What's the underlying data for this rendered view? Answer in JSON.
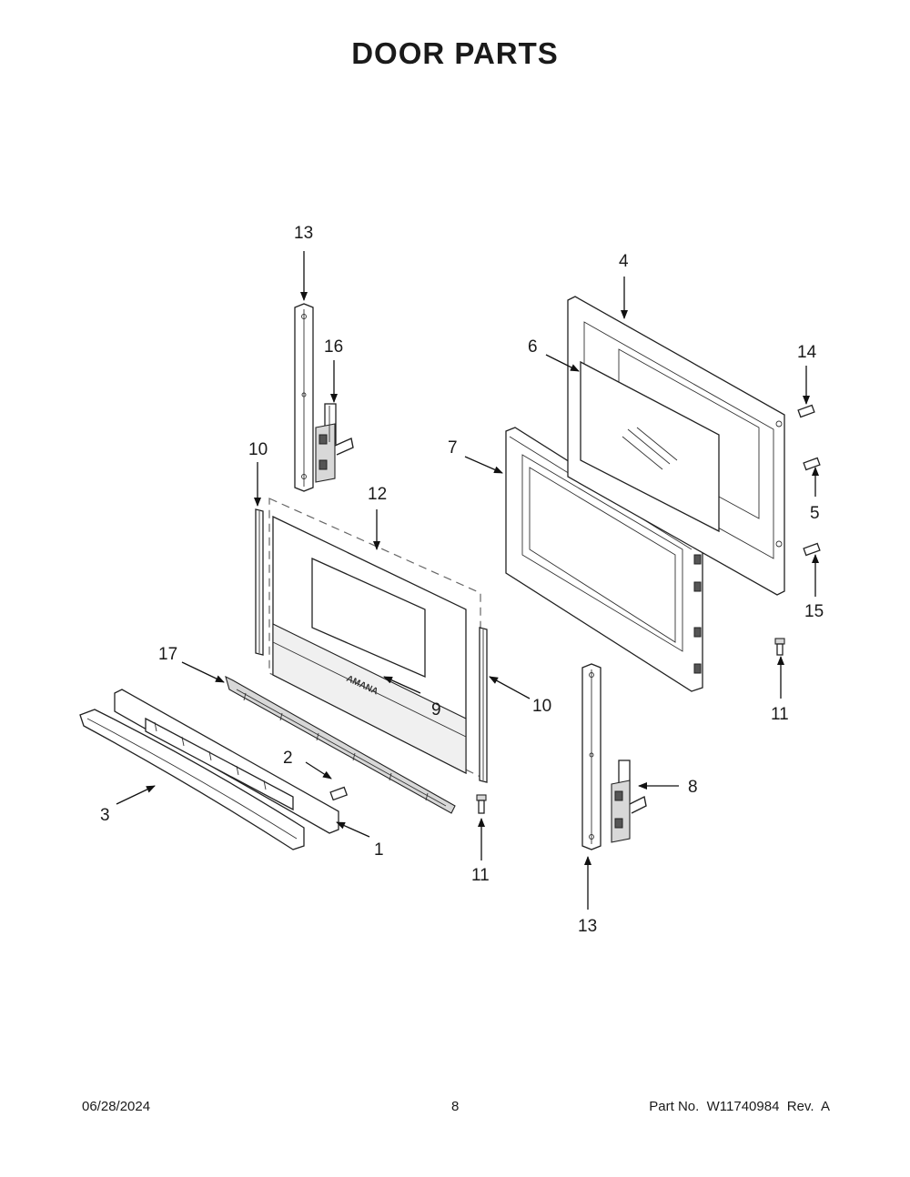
{
  "title": "DOOR PARTS",
  "callouts": {
    "c1": "1",
    "c2": "2",
    "c3": "3",
    "c4": "4",
    "c5": "5",
    "c6": "6",
    "c7": "7",
    "c8": "8",
    "c9": "9",
    "c10a": "10",
    "c10b": "10",
    "c11a": "11",
    "c11b": "11",
    "c12": "12",
    "c13a": "13",
    "c13b": "13",
    "c14": "14",
    "c15": "15",
    "c16": "16",
    "c17": "17"
  },
  "brand_text": "AMANA",
  "footer": {
    "date": "06/28/2024",
    "page": "8",
    "part_no": "Part No.  W11740984  Rev.  A"
  }
}
